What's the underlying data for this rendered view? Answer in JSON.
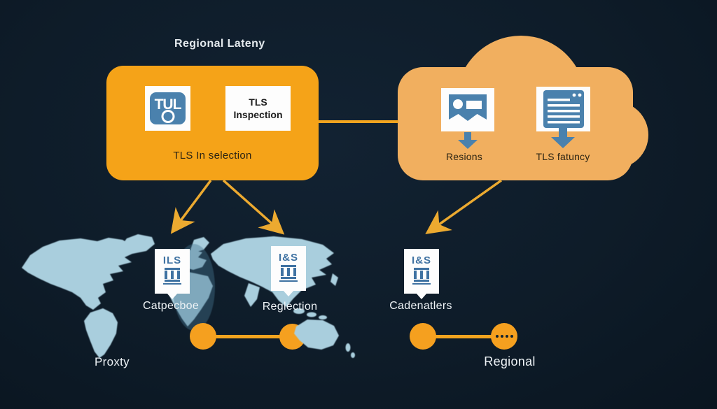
{
  "title": "Regional Lateny",
  "inspection_box": {
    "logo_text": "TUL",
    "tls_card_text": "TLS Inspection",
    "caption": "TLS In selection"
  },
  "cloud": {
    "items": [
      {
        "icon": "bookmark-card-icon",
        "label": "Resions"
      },
      {
        "icon": "browser-lines-icon",
        "label": "TLS fatuncy"
      }
    ]
  },
  "markers": [
    {
      "glyph": "ILS",
      "label": "Catpecboe"
    },
    {
      "glyph": "I&S",
      "label": "Reglection"
    },
    {
      "glyph": "I&S",
      "label": "Cadenatlers"
    }
  ],
  "labels": {
    "proxy": "Proxty",
    "regional": "Regional"
  },
  "colors": {
    "background": "#0d1a26",
    "box_orange": "#f5a318",
    "cloud_orange": "#f1af5f",
    "accent_orange": "#f2a41f",
    "map_blue": "#a9cedd",
    "icon_blue": "#4a81ad",
    "marker_blue": "#3f72a2",
    "white": "#fdfdfd"
  }
}
